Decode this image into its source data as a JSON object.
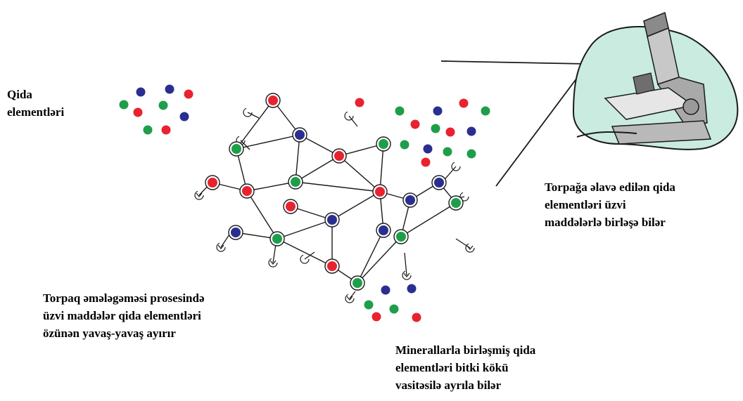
{
  "captions": {
    "nutrients": [
      "Qida",
      "elementləri"
    ],
    "added_nutrients": [
      "Torpağa əlavə edilən qida",
      "elementləri üzvi",
      "maddələrlə birləşə bilər"
    ],
    "soil_formation": [
      "Torpaq əmələgəməsi prosesində",
      "üzvi maddələr qida elementləri",
      "özünən yavaş-yavaş ayırır"
    ],
    "minerals": [
      "Minerallarla birləşmiş  qida",
      "elementləri bitki kökü",
      "vasitəsilə ayrıla bilər"
    ]
  },
  "colors": {
    "red": "#e8232f",
    "green": "#1f9e4a",
    "blue": "#2a2f8f",
    "blob": "#c9ebe0",
    "line": "#1a1a1a"
  },
  "icons": {
    "microscope": "microscope-icon",
    "organic_matter": "organic-matter-network-icon"
  }
}
